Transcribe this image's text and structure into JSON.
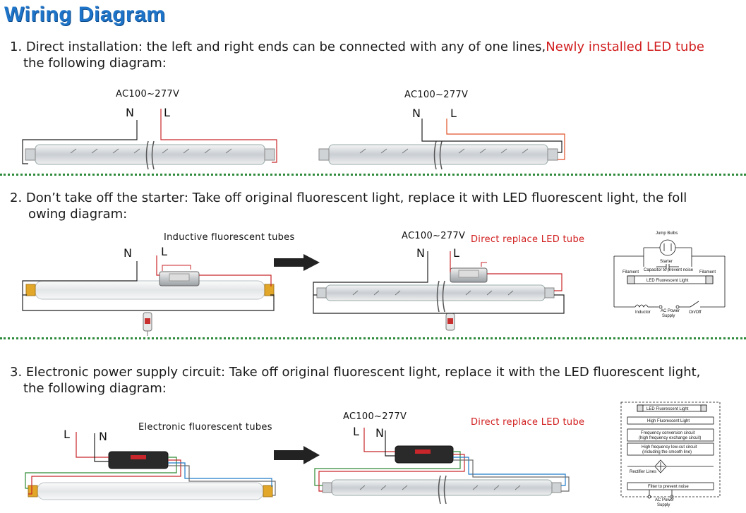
{
  "title": "Wiring Diagram",
  "step1": {
    "line1_prefix": "1. Direct installation: the left and right ends can be connected with any of one lines,",
    "line1_highlight": "Newly installed LED tube",
    "line2": "the following diagram:",
    "voltage_a": "AC100~277V",
    "voltage_b": "AC100~277V",
    "n": "N",
    "l": "L"
  },
  "step2": {
    "line1": "2. Don’t take off the starter: Take off original fluorescent light, replace it with LED fluorescent light, the foll",
    "line2": "owing diagram:",
    "inductive_label": "Inductive fluorescent tubes",
    "voltage": "AC100~277V",
    "direct_replace": "Direct replace LED tube",
    "n": "N",
    "l": "L",
    "schematic": {
      "jump_bulbs": "Jump Bulbs",
      "starter": "Starter",
      "capacitor": "Capacitor to prevent noise",
      "filament_left": "Filament",
      "filament_right": "Filament",
      "led_light": "LED Fluorescent Light",
      "inductor": "Inductor",
      "ac_power": "AC Power",
      "supply": "Supply",
      "onoff": "On/Off"
    }
  },
  "step3": {
    "line1": "3. Electronic power supply circuit: Take off original fluorescent light, replace it with the LED fluorescent light,",
    "line2": "the following diagram:",
    "electronic_label": "Electronic fluorescent tubes",
    "voltage": "AC100~277V",
    "direct_replace": "Direct replace LED tube",
    "n": "N",
    "l": "L",
    "schematic": {
      "led_light": "LED Fluorescent Light",
      "high_light": "High Fluorescent Light",
      "freq_conv": "Frequency conversion circuit",
      "freq_conv_sub": "(high frequency exchange circuit)",
      "low_cut": "High frequency low-cut circuit",
      "low_cut_sub": "(including the smooth line)",
      "rectifier": "Rectifier Lines",
      "filter": "Filter to prevent noise",
      "ac_power": "AC Power",
      "supply": "Supply"
    }
  }
}
